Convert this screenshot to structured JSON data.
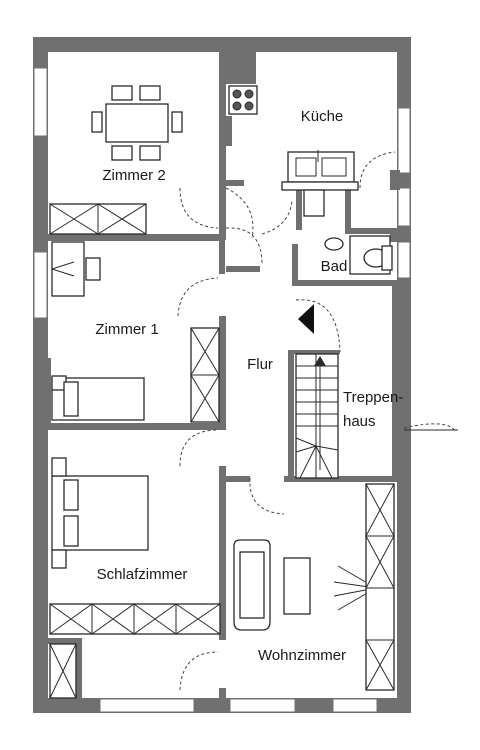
{
  "rooms": {
    "zimmer2": "Zimmer 2",
    "kueche": "Küche",
    "bad": "Bad",
    "zimmer1": "Zimmer 1",
    "flur": "Flur",
    "treppenhaus_line1": "Treppen-",
    "treppenhaus_line2": "haus",
    "schlafzimmer": "Schlafzimmer",
    "wohnzimmer": "Wohnzimmer"
  },
  "colors": {
    "wall": "#707070",
    "stroke": "#2a2a2a",
    "background": "#ffffff"
  }
}
